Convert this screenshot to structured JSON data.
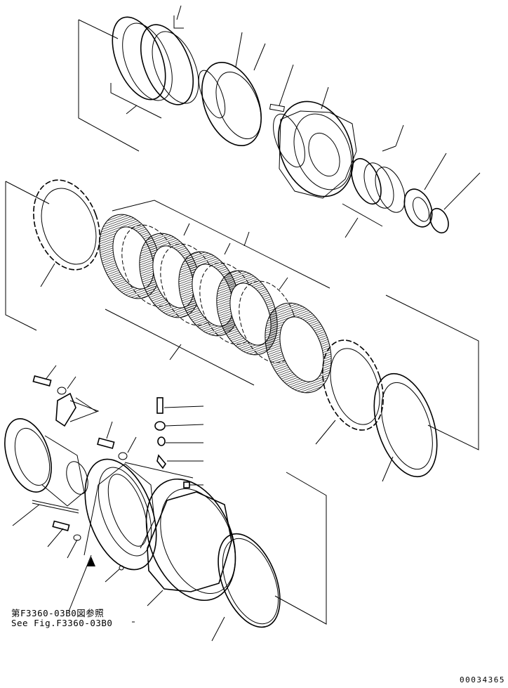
{
  "diagram": {
    "reference_note_jp": "第F3360-03B0図参照",
    "reference_note_en": "See Fig.F3360-03B0",
    "document_number": "00034365"
  }
}
